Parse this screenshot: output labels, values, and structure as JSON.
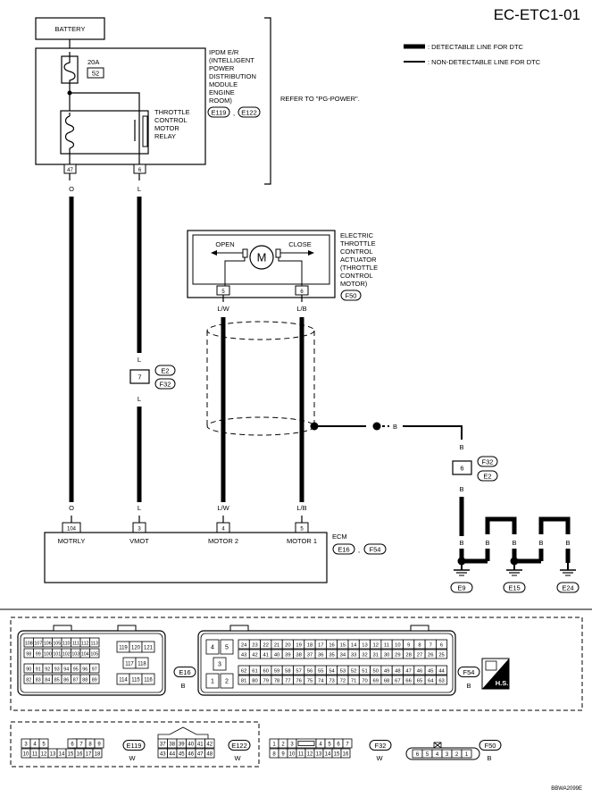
{
  "title": "EC-ETC1-01",
  "code": "BBWA2099E",
  "legend": {
    "detectable": ": DETECTABLE LINE FOR DTC",
    "non_detectable": ": NON-DETECTABLE LINE FOR DTC"
  },
  "battery": "BATTERY",
  "fuse": {
    "rating": "20A",
    "number": "52"
  },
  "ipdm": {
    "lines": [
      "IPDM E/R",
      "(INTELLIGENT",
      "POWER",
      "DISTRIBUTION",
      "MODULE",
      "ENGINE",
      "ROOM)"
    ],
    "connector_a": "E119",
    "sep": ",",
    "connector_b": "E122",
    "refer": "REFER TO \"PG-POWER\".",
    "relay_lines": [
      "THROTTLE",
      "CONTROL",
      "MOTOR",
      "RELAY"
    ],
    "pins": [
      "47",
      "6"
    ]
  },
  "wires": {
    "o": "O",
    "l": "L",
    "lw": "L/W",
    "lb": "L/B",
    "b": "B"
  },
  "actuator": {
    "lines": [
      "ELECTRIC",
      "THROTTLE",
      "CONTROL",
      "ACTUATOR",
      "(THROTTLE",
      "CONTROL",
      "MOTOR)"
    ],
    "connector": "F50",
    "open": "OPEN",
    "close": "CLOSE",
    "motor": "M",
    "pins": [
      "5",
      "6"
    ]
  },
  "joint_e2": {
    "pin": "7",
    "connectors": [
      "E2",
      "F32"
    ]
  },
  "joint_f32": {
    "pin": "6",
    "connectors": [
      "F32",
      "E2"
    ]
  },
  "ecm": {
    "label": "ECM",
    "pins": [
      "104",
      "3",
      "4",
      "5"
    ],
    "terminals": [
      "MOTRLY",
      "VMOT",
      "MOTOR 2",
      "MOTOR 1"
    ],
    "connector_a": "E16",
    "sep": ",",
    "connector_b": "F54"
  },
  "grounds": [
    "E9",
    "E15",
    "E24"
  ],
  "connectors_view": {
    "e16": {
      "name": "E16",
      "color": "B",
      "rows": [
        [
          "108",
          "107",
          "106",
          "105",
          "110",
          "111",
          "112",
          "113"
        ],
        [
          "98",
          "99",
          "100",
          "101",
          "102",
          "103",
          "104",
          "105"
        ],
        [
          "90",
          "91",
          "92",
          "93",
          "94",
          "95",
          "96",
          "97"
        ],
        [
          "82",
          "83",
          "84",
          "85",
          "86",
          "87",
          "88",
          "89"
        ]
      ],
      "right_top": [
        "119",
        "120",
        "121"
      ],
      "right_mid": [
        "117",
        "118"
      ],
      "right_bot": [
        "114",
        "115",
        "116"
      ]
    },
    "f54": {
      "name": "F54",
      "color": "B",
      "left": [
        [
          "4",
          "5"
        ],
        [
          "3"
        ],
        [
          "1",
          "2"
        ]
      ],
      "rows": [
        [
          "24",
          "23",
          "22",
          "21",
          "20",
          "19",
          "18",
          "17",
          "16",
          "15",
          "14",
          "13",
          "12",
          "11",
          "10",
          "9",
          "8",
          "7",
          "6"
        ],
        [
          "43",
          "42",
          "41",
          "40",
          "39",
          "38",
          "37",
          "36",
          "35",
          "34",
          "33",
          "32",
          "31",
          "30",
          "29",
          "28",
          "27",
          "26",
          "25"
        ],
        [
          "62",
          "61",
          "60",
          "59",
          "58",
          "57",
          "56",
          "55",
          "54",
          "53",
          "52",
          "51",
          "50",
          "49",
          "48",
          "47",
          "46",
          "45",
          "44"
        ],
        [
          "81",
          "80",
          "79",
          "78",
          "77",
          "76",
          "75",
          "74",
          "73",
          "72",
          "71",
          "70",
          "69",
          "68",
          "67",
          "66",
          "65",
          "64",
          "63"
        ]
      ]
    },
    "hs": "H.S.",
    "e119": {
      "name": "E119",
      "color": "W",
      "row1": [
        "3",
        "4",
        "5",
        "",
        "6",
        "7",
        "8",
        "9"
      ],
      "row2": [
        "10",
        "11",
        "12",
        "13",
        "14",
        "15",
        "16",
        "17",
        "18"
      ]
    },
    "e122": {
      "name": "E122",
      "color": "W",
      "row1": [
        "37",
        "38",
        "39",
        "40",
        "41",
        "42"
      ],
      "row2": [
        "43",
        "44",
        "45",
        "46",
        "47",
        "48"
      ]
    },
    "f32": {
      "name": "F32",
      "color": "W",
      "row1": [
        "1",
        "2",
        "3",
        "",
        "4",
        "5",
        "6",
        "7"
      ],
      "row2": [
        "8",
        "9",
        "10",
        "11",
        "12",
        "13",
        "14",
        "15",
        "16"
      ]
    },
    "f50": {
      "name": "F50",
      "color": "B",
      "row": [
        "6",
        "5",
        "4",
        "3",
        "2",
        "1"
      ]
    }
  }
}
